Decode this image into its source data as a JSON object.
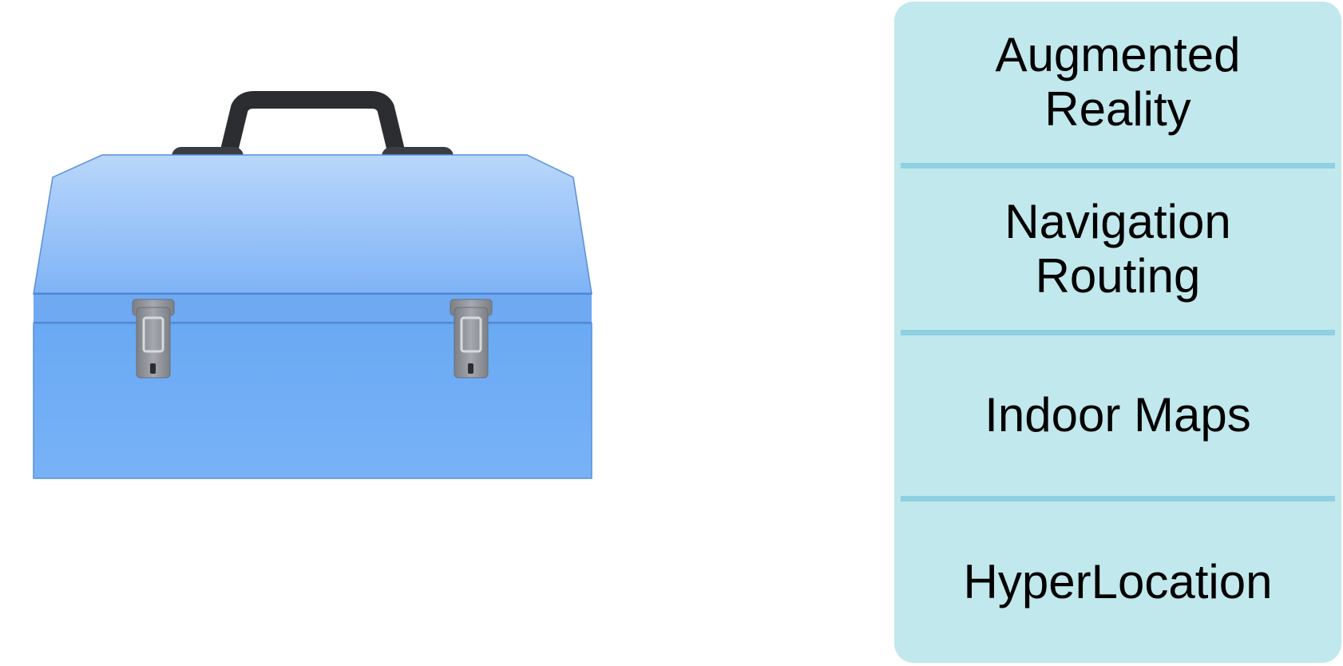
{
  "toolbox": {
    "icon": "toolbox-icon",
    "colors": {
      "body": "#6aaaf5",
      "lid": "#9cc6f8",
      "handle": "#2b2d30",
      "latch": "#8f9398"
    }
  },
  "panel": {
    "background": "#c1e8ec",
    "divider_color": "#8fd0e2",
    "sections": [
      {
        "label": "Augmented\nReality"
      },
      {
        "label": "Navigation\nRouting"
      },
      {
        "label": "Indoor Maps"
      },
      {
        "label": "HyperLocation"
      }
    ]
  }
}
